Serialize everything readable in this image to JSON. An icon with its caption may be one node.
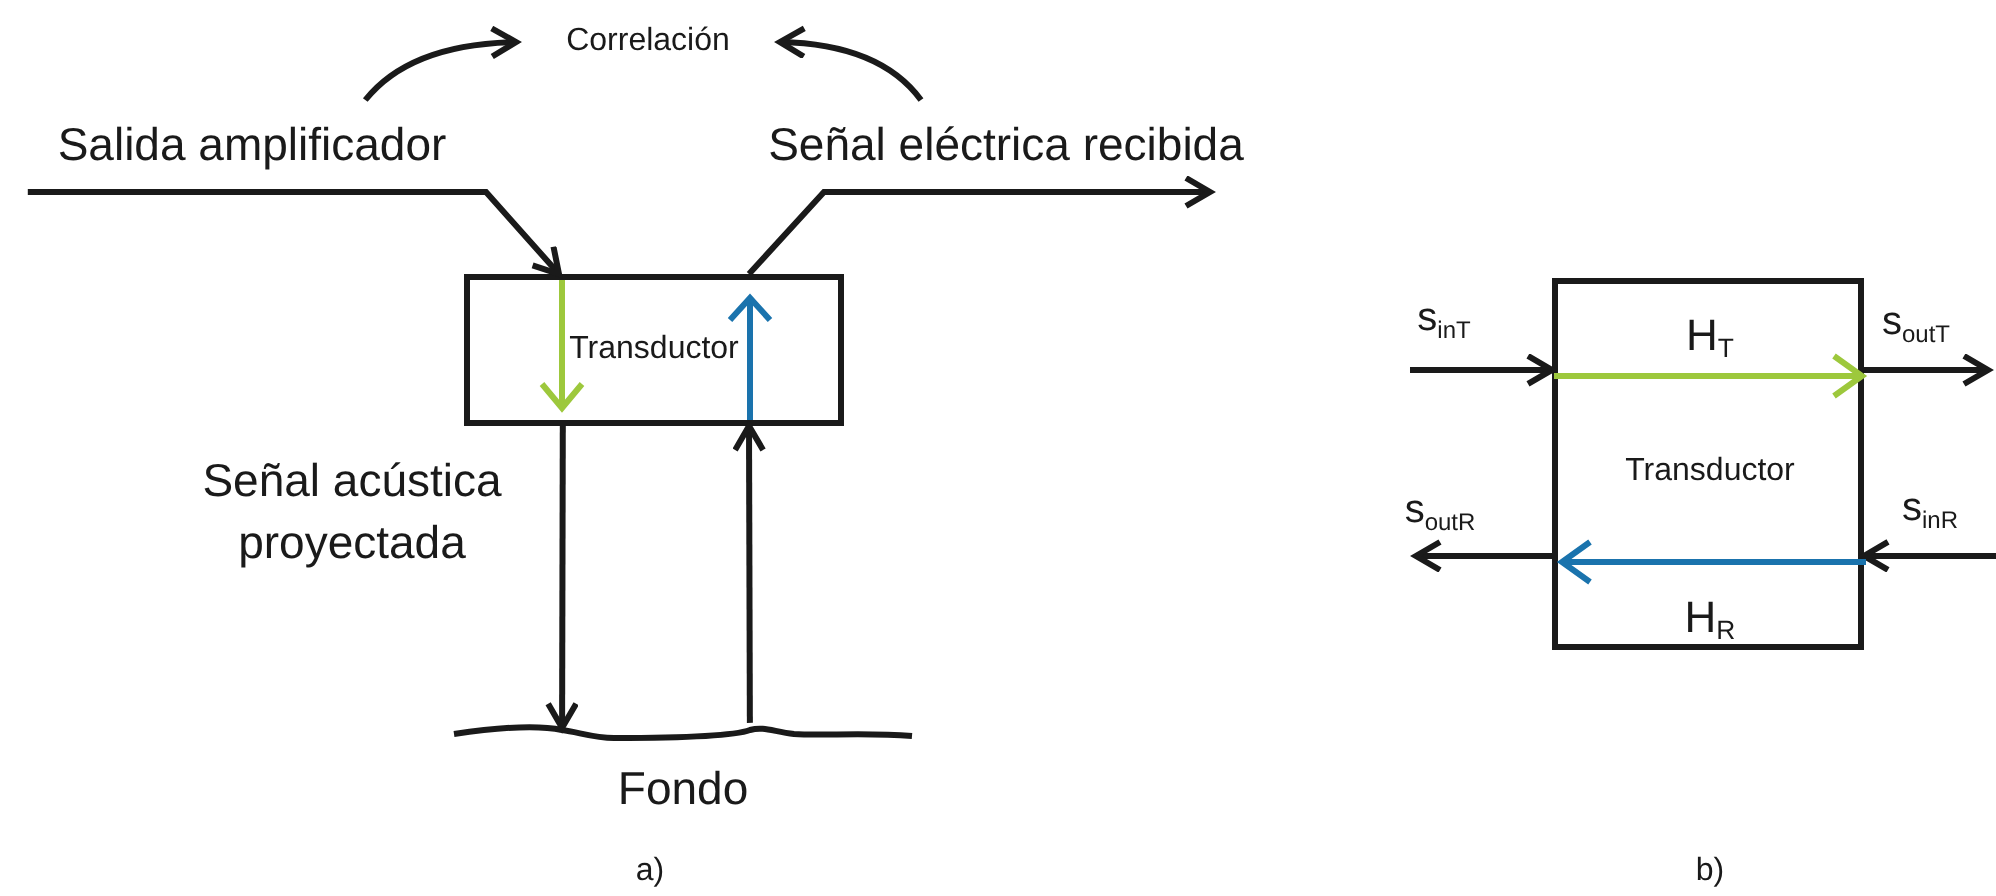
{
  "diagram": {
    "nodes": [
      {
        "text": [
          "Correlación"
        ]
      },
      {
        "text": [
          "Salida amplificador"
        ]
      },
      {
        "text": [
          "Señal eléctrica recibida"
        ]
      },
      {
        "text": [
          "Transductor"
        ]
      },
      {
        "text": [
          "Fondo"
        ]
      },
      {
        "text": [
          "H$_{T}$",
          "Transductor",
          "H$_{R}$"
        ]
      }
    ],
    "edges": [
      {
        "from": 1,
        "to": 0,
        "arrow": "to"
      },
      {
        "from": 2,
        "to": 0,
        "arrow": "to"
      },
      {
        "from": 1,
        "to": 3,
        "arrow": "to"
      },
      {
        "from": 3,
        "to": 2,
        "arrow": "to"
      },
      {
        "from": 3,
        "to": 4,
        "arrow": "to"
      },
      {
        "from": 4,
        "to": 3,
        "arrow": "to"
      },
      {
        "from": null,
        "to": 5,
        "arrow": "to",
        "label": "s$_{inT}$"
      },
      {
        "from": 5,
        "to": null,
        "arrow": "to",
        "label": "s$_{outT}$"
      },
      {
        "from": null,
        "to": 5,
        "arrow": "to",
        "label": "s$_{inR}$"
      },
      {
        "from": 5,
        "to": null,
        "arrow": "to",
        "label": "s$_{outR}$"
      }
    ],
    "labels": [
      "Señal acústica proyectada",
      "a)",
      "b)"
    ]
  }
}
